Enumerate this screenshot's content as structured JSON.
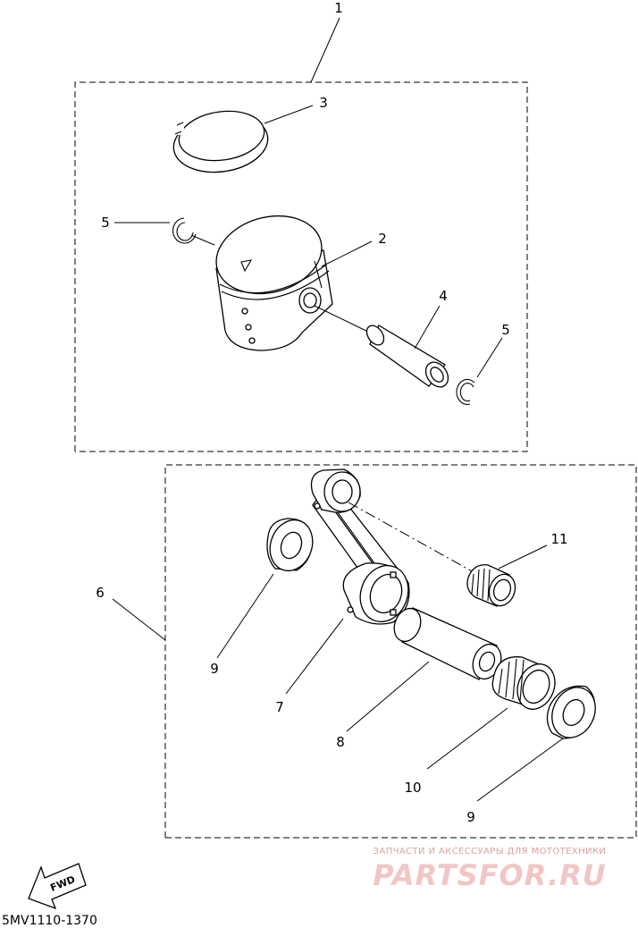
{
  "callouts": {
    "c1": "1",
    "c2": "2",
    "c3": "3",
    "c4": "4",
    "c5a": "5",
    "c5b": "5",
    "c6": "6",
    "c7": "7",
    "c8": "8",
    "c9a": "9",
    "c9b": "9",
    "c10": "10",
    "c11": "11"
  },
  "direction_label": "FWD",
  "diagram_code": "5MV1110-1370",
  "watermark": {
    "tagline": "ЗАПЧАСТИ И АКСЕССУАРЫ ДЛЯ МОТОТЕХНИКИ",
    "logo_text": "PARTSFOR.RU"
  }
}
